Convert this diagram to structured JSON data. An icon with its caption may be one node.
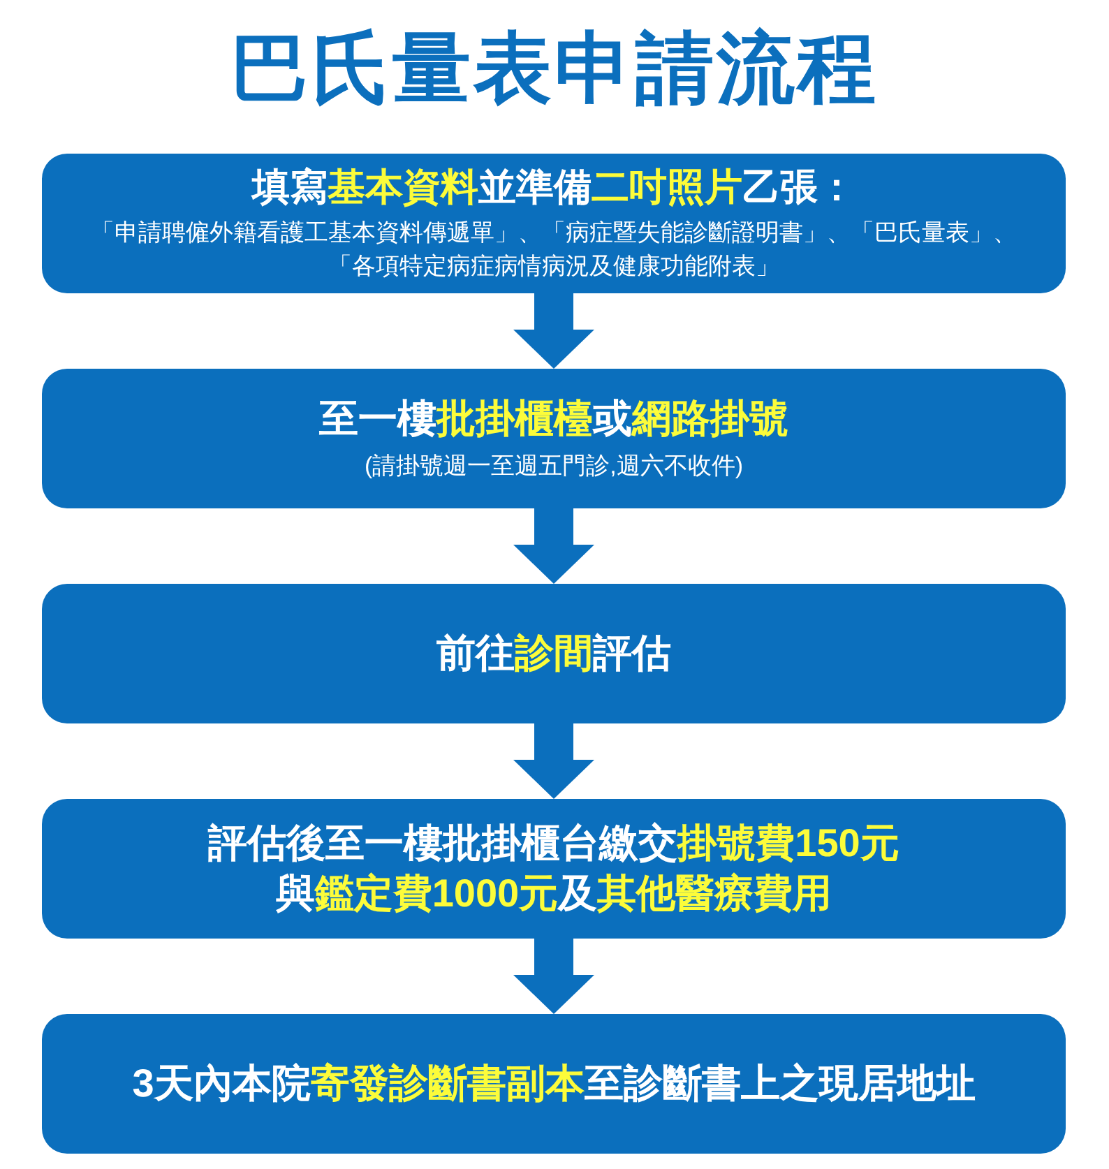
{
  "diagram": {
    "title": "巴氏量表申請流程",
    "nodes": [
      {
        "text": [
          "填寫**基本資料**並準備**二吋照片**乙張：",
          "「申請聘僱外籍看護工基本資料傳遞單」、「病症暨失能診斷證明書」、「巴氏量表」、「各項特定病症病情病況及健康功能附表」"
        ]
      },
      {
        "text": [
          "至一樓**批掛櫃檯**或**網路掛號**",
          "(請掛號週一至週五門診,週六不收件)"
        ]
      },
      {
        "text": [
          "前往**診間**評估"
        ]
      },
      {
        "text": [
          "評估後至一樓批掛櫃台繳交**掛號費150元**與**鑑定費1000元**及**其他醫療費用**"
        ]
      },
      {
        "text": [
          "3天內本院**寄發診斷書副本**至診斷書上之現居地址"
        ]
      }
    ],
    "edges": [
      {
        "from": 0,
        "to": 1,
        "arrow": "to"
      },
      {
        "from": 1,
        "to": 2,
        "arrow": "to"
      },
      {
        "from": 2,
        "to": 3,
        "arrow": "to"
      },
      {
        "from": 3,
        "to": 4,
        "arrow": "to"
      }
    ]
  }
}
